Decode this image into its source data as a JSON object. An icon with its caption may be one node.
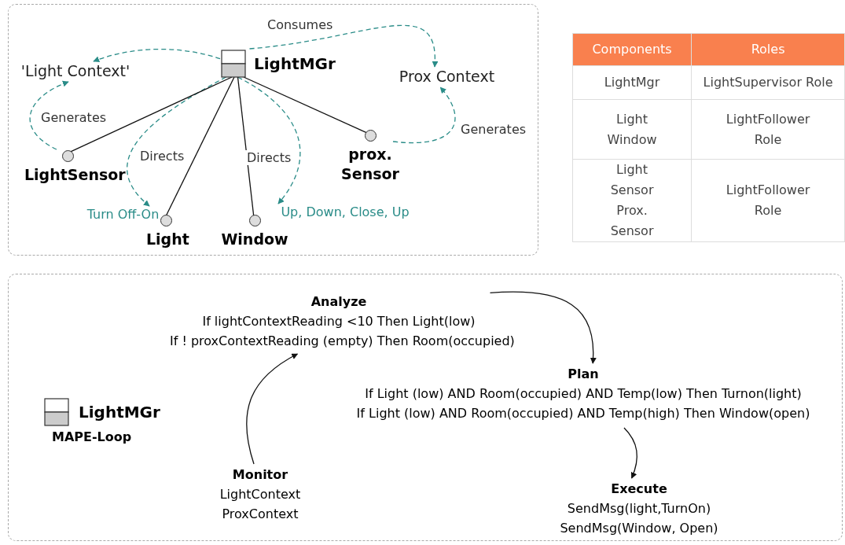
{
  "diagram": {
    "nodes": [
      {
        "text": [],
        "shape": "box"
      },
      {
        "text": [
          "LightMGr"
        ],
        "in": 0
      },
      {
        "text": [
          "'Light Context'"
        ],
        "in": 0
      },
      {
        "text": [
          "Prox Context"
        ],
        "in": 0
      },
      {
        "text": [
          "LightSensor"
        ],
        "in": 0
      },
      {
        "text": [
          "prox. Sensor"
        ],
        "in": 0
      },
      {
        "text": [
          "Light"
        ],
        "in": 0
      },
      {
        "text": [
          "Window"
        ],
        "in": 0
      },
      {
        "text": [
          "Turn Off-On"
        ],
        "in": 0
      },
      {
        "text": [
          "Up, Down, Close, Up"
        ],
        "in": 0
      },
      {
        "text": [],
        "shape": "box"
      },
      {
        "text": [
          "LightMGr",
          "MAPE-Loop"
        ],
        "in": 10
      },
      {
        "text": [
          "Analyze",
          "If lightContextReading <10 Then Light(low)",
          "If ! proxContextReading (empty) Then Room(occupied)"
        ],
        "in": 10
      },
      {
        "text": [
          "Plan",
          "If Light (low) AND Room(occupied) AND Temp(low) Then Turnon(light)",
          "If Light (low) AND Room(occupied) AND Temp(high) Then Window(open)"
        ],
        "in": 10
      },
      {
        "text": [
          "Execute",
          "SendMsg(light,TurnOn)",
          "SendMsg(Window, Open)"
        ],
        "in": 10
      },
      {
        "text": [
          "Monitor",
          "LightContext",
          "ProxContext"
        ],
        "in": 10
      }
    ],
    "edges": [
      {
        "from": 1,
        "to": 2,
        "arrow": "to",
        "style": "dashed",
        "color": "#2a8c88"
      },
      {
        "from": 1,
        "to": 3,
        "arrow": "to",
        "label": "Consumes",
        "style": "dashed",
        "color": "#2a8c88"
      },
      {
        "from": 4,
        "to": 2,
        "arrow": "to",
        "label": "Generates",
        "style": "dashed",
        "color": "#2a8c88"
      },
      {
        "from": 5,
        "to": 3,
        "arrow": "to",
        "label": "Generates",
        "style": "dashed",
        "color": "#2a8c88"
      },
      {
        "from": 1,
        "to": 8,
        "arrow": "to",
        "label": "Directs",
        "style": "dashed",
        "color": "#2a8c88"
      },
      {
        "from": 1,
        "to": 9,
        "arrow": "to",
        "label": "Directs",
        "style": "dashed",
        "color": "#2a8c88"
      },
      {
        "from": 1,
        "to": 4,
        "arrow": "none"
      },
      {
        "from": 1,
        "to": 5,
        "arrow": "none"
      },
      {
        "from": 1,
        "to": 6,
        "arrow": "none"
      },
      {
        "from": 1,
        "to": 7,
        "arrow": "none"
      },
      {
        "from": 15,
        "to": 12,
        "arrow": "to"
      },
      {
        "from": 12,
        "to": 13,
        "arrow": "to"
      },
      {
        "from": 13,
        "to": 14,
        "arrow": "to"
      }
    ],
    "labels": [
      "Components",
      "Roles",
      "LightMgr",
      "LightSupervisor Role",
      "Light Window",
      "LightFollower Role",
      "Light Sensor Prox. Sensor",
      "LightFollower Role"
    ]
  }
}
